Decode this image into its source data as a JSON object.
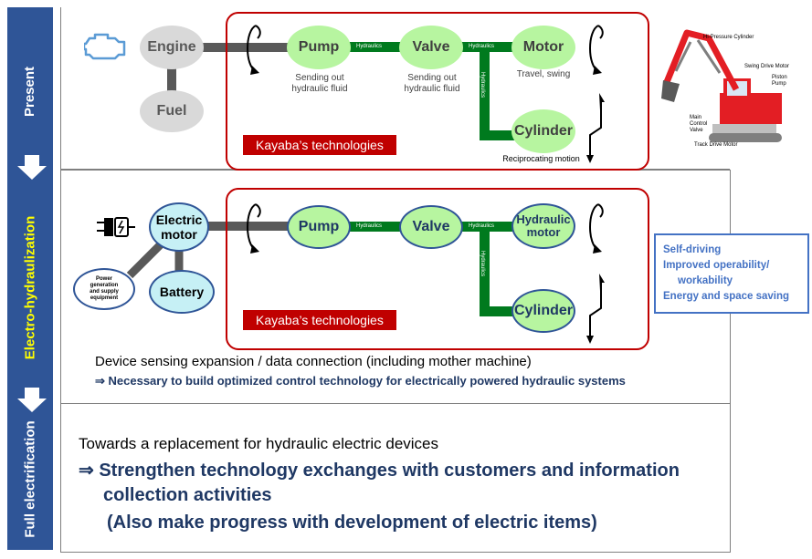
{
  "stages": {
    "present": "Present",
    "electro": "Electro-hydraulization",
    "full": "Full electrification"
  },
  "present": {
    "engine": "Engine",
    "fuel": "Fuel",
    "pump": "Pump",
    "valve": "Valve",
    "motor": "Motor",
    "cylinder": "Cylinder",
    "pump_caption_1": "Sending out",
    "pump_caption_2": "hydraulic fluid",
    "valve_caption_1": "Sending out",
    "valve_caption_2": "hydraulic fluid",
    "motor_caption": "Travel, swing",
    "reciprocating": "Reciprocating motion",
    "hydraulics_1": "Hydraulics",
    "hydraulics_2": "Hydraulics",
    "hydraulics_v": "Hydraulics",
    "tech_label": "Kayaba’s technologies"
  },
  "excavator_labels": {
    "hi_pressure": "Hi-Pressure Cylinder",
    "swing_drive": "Swing Drive Motor",
    "piston_pump_1": "Piston",
    "piston_pump_2": "Pump",
    "main_valve_1": "Main",
    "main_valve_2": "Control",
    "main_valve_3": "Valve",
    "track_drive": "Track Drive Motor"
  },
  "electro": {
    "electric_motor_1": "Electric",
    "electric_motor_2": "motor",
    "battery": "Battery",
    "power_gen_1": "Power",
    "power_gen_2": "generation",
    "power_gen_3": "and supply",
    "power_gen_4": "equipment",
    "pump": "Pump",
    "valve": "Valve",
    "hyd_motor_1": "Hydraulic",
    "hyd_motor_2": "motor",
    "cylinder": "Cylinder",
    "hydraulics_1": "Hydraulics",
    "hydraulics_2": "Hydraulics",
    "hydraulics_v": "Hydraulics",
    "tech_label": "Kayaba’s technologies",
    "benefits": [
      "Self-driving",
      "Improved operability/",
      "workability",
      "Energy and space saving"
    ],
    "sensing": "Device sensing expansion / data connection (including mother machine)",
    "necessary": "⇒ Necessary to build optimized control technology for electrically powered hydraulic systems"
  },
  "full": {
    "towards": "Towards a replacement for hydraulic electric devices",
    "strengthen_1": "⇒ Strengthen technology exchanges with customers and information",
    "strengthen_2": "collection activities",
    "progress": "(Also make progress with development of electric items)"
  },
  "colors": {
    "sidebar": "#2f5597",
    "red": "#c00000",
    "green_pipe": "#007a1e",
    "green_node": "#b7f5a0",
    "blue_text": "#1f3864",
    "benefit_text": "#4472c4"
  }
}
